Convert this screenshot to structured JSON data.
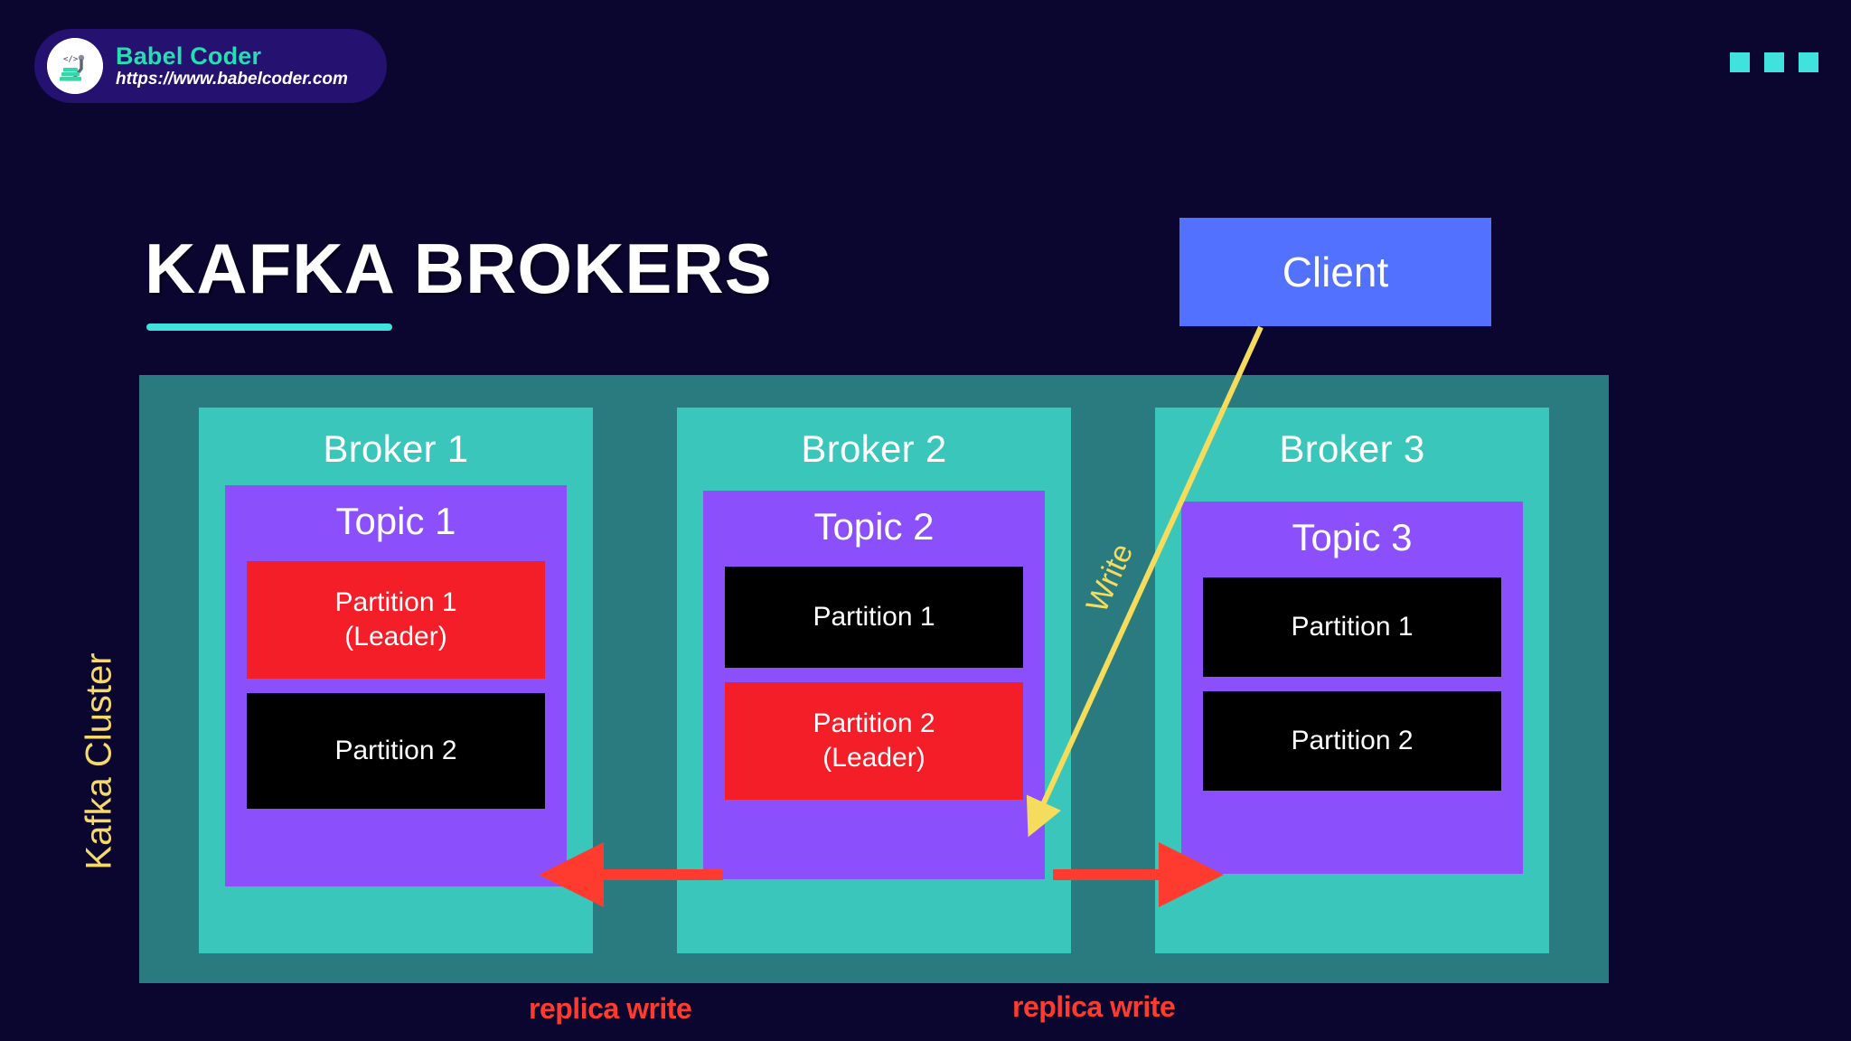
{
  "brand": {
    "name": "Babel Coder",
    "url": "https://www.babelcoder.com",
    "logo_icon": "code-pyramid-logo-icon",
    "badge_color": "#241170",
    "name_color": "#27DDB3"
  },
  "decor": {
    "squares_icon": "three-squares-icon",
    "square_color": "#3FE2DC",
    "square_count": 3
  },
  "header": {
    "title": "KAFKA BROKERS",
    "rule_color": "#3FE2DC"
  },
  "client": {
    "label": "Client",
    "color": "#5271FF"
  },
  "cluster": {
    "label": "Kafka Cluster",
    "label_color": "#F5D96B",
    "background": "#2A7B80",
    "brokers": [
      {
        "name": "Broker 1",
        "topic": "Topic 1",
        "partitions": [
          {
            "label": "Partition 1",
            "sub": "(Leader)",
            "role": "leader",
            "color": "#F41E28"
          },
          {
            "label": "Partition 2",
            "sub": "",
            "role": "follower",
            "color": "#000000"
          }
        ]
      },
      {
        "name": "Broker 2",
        "topic": "Topic 2",
        "partitions": [
          {
            "label": "Partition 1",
            "sub": "",
            "role": "follower",
            "color": "#000000"
          },
          {
            "label": "Partition 2",
            "sub": "(Leader)",
            "role": "leader",
            "color": "#F41E28"
          }
        ]
      },
      {
        "name": "Broker 3",
        "topic": "Topic 3",
        "partitions": [
          {
            "label": "Partition 1",
            "sub": "",
            "role": "follower",
            "color": "#000000"
          },
          {
            "label": "Partition 2",
            "sub": "",
            "role": "follower",
            "color": "#000000"
          }
        ]
      }
    ]
  },
  "arrows": {
    "write": {
      "label": "Write",
      "color": "#F5DC5C",
      "from": "Client",
      "to": "Broker 2 / Topic 2 / Partition 2 (Leader)"
    },
    "replica_left": {
      "label": "replica write",
      "color": "#FF3B30",
      "from": "Broker 2 / Partition 2 (Leader)",
      "to": "Broker 1 / Partition 2"
    },
    "replica_right": {
      "label": "replica write",
      "color": "#FF3B30",
      "from": "Broker 2 / Partition 2 (Leader)",
      "to": "Broker 3 / Partition 2"
    }
  },
  "colors": {
    "background": "#0B0630",
    "broker": "#3BC6BC",
    "topic": "#8B4FFC",
    "leader": "#F41E28",
    "follower": "#000000"
  }
}
